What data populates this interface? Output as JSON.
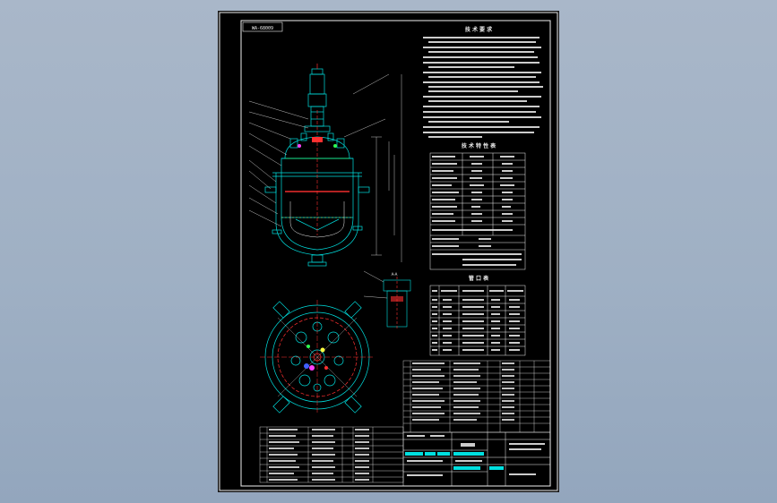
{
  "drawing": {
    "title_box_text": "WA-68009",
    "tech_requirements_heading": "技 术 要 求",
    "tech_spec_table_heading": "技 术 特 性 表",
    "nozzle_table_heading": "管 口 表",
    "section_label": "A-A",
    "colors": {
      "line": "#00e0e0",
      "red": "#ff3030",
      "green": "#30ff50",
      "yellow": "#ffff40",
      "white": "#f0f0f0",
      "blue": "#4060ff",
      "magenta": "#ff40ff"
    }
  }
}
